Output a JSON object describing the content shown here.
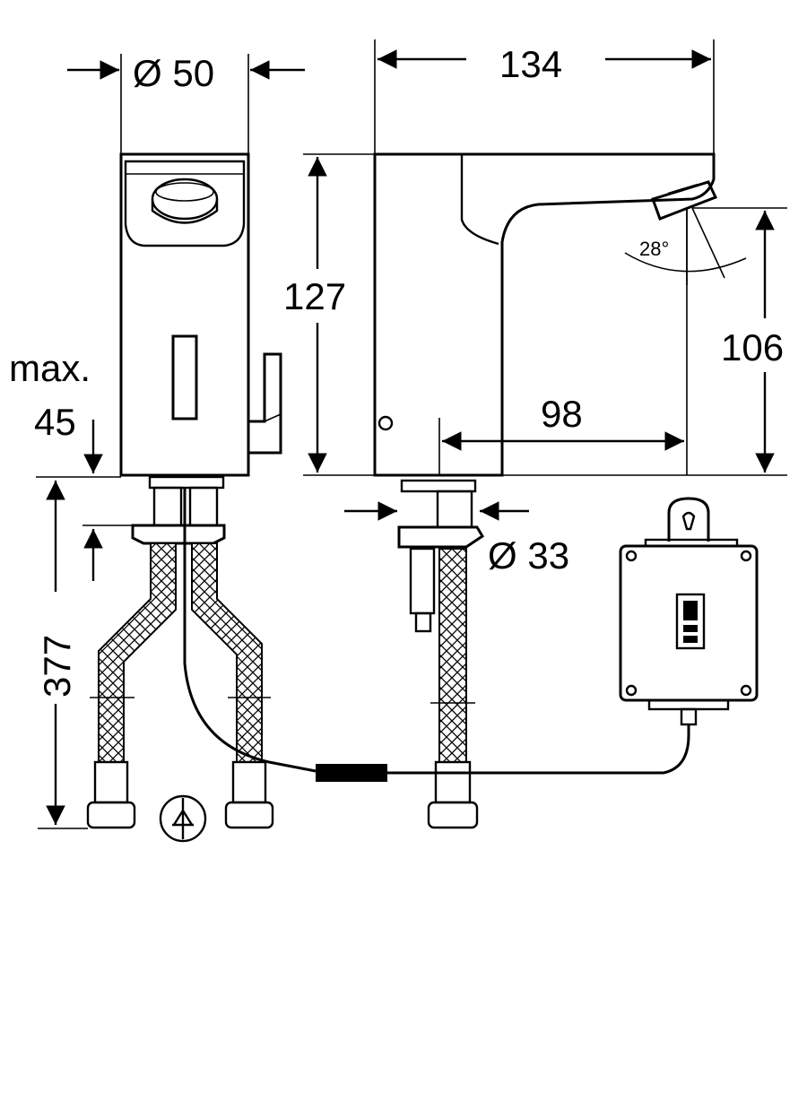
{
  "dimensions": {
    "body_diameter": "Ø 50",
    "overall_length": "134",
    "body_height": "127",
    "spout_height": "106",
    "spout_reach": "98",
    "shank_diameter": "Ø 33",
    "max_label": "max.",
    "max_value": "45",
    "hose_length": "377",
    "spray_angle": "28°"
  },
  "colors": {
    "ink": "#000000",
    "background": "#ffffff"
  },
  "icons": {
    "check_valve": "check-valve-symbol-icon",
    "control_box_label": "sticker-icon"
  }
}
